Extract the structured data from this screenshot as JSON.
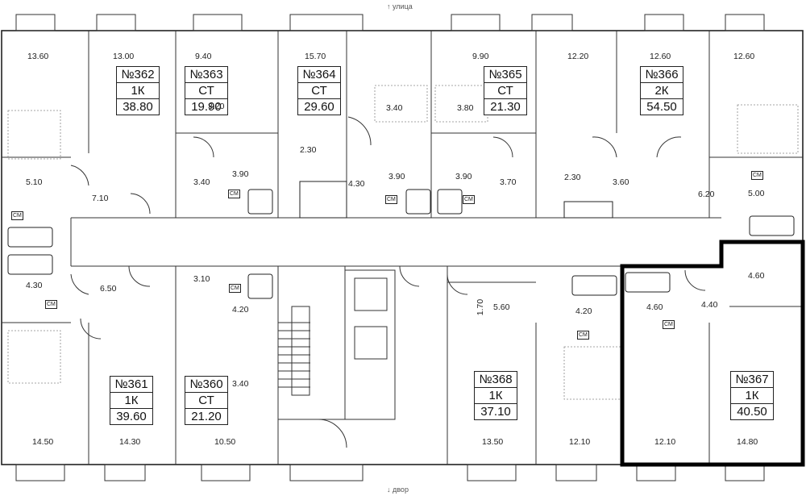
{
  "compass": {
    "top": "↑ улица",
    "bottom": "↓ двор"
  },
  "apartments": [
    {
      "id": "apt-362",
      "number": "№362",
      "type": "1К",
      "area": "38.80"
    },
    {
      "id": "apt-363",
      "number": "№363",
      "type": "СТ",
      "area": "19.90"
    },
    {
      "id": "apt-364",
      "number": "№364",
      "type": "СТ",
      "area": "29.60"
    },
    {
      "id": "apt-365",
      "number": "№365",
      "type": "СТ",
      "area": "21.30"
    },
    {
      "id": "apt-366",
      "number": "№366",
      "type": "2К",
      "area": "54.50"
    },
    {
      "id": "apt-361",
      "number": "№361",
      "type": "1К",
      "area": "39.60"
    },
    {
      "id": "apt-360",
      "number": "№360",
      "type": "СТ",
      "area": "21.20"
    },
    {
      "id": "apt-368",
      "number": "№368",
      "type": "1К",
      "area": "37.10"
    },
    {
      "id": "apt-367",
      "number": "№367",
      "type": "1К",
      "area": "40.50"
    }
  ],
  "room_areas": [
    "13.60",
    "13.00",
    "9.40",
    "15.70",
    "9.90",
    "12.20",
    "12.60",
    "12.60",
    "3.20",
    "3.40",
    "3.80",
    "2.30",
    "3.40",
    "3.90",
    "4.30",
    "3.90",
    "3.90",
    "3.70",
    "2.30",
    "3.60",
    "6.20",
    "5.00",
    "5.10",
    "7.10",
    "4.30",
    "6.50",
    "3.10",
    "4.20",
    "1.70",
    "5.60",
    "4.20",
    "4.60",
    "4.40",
    "4.60",
    "3.40",
    "14.50",
    "14.30",
    "10.50",
    "13.50",
    "12.10",
    "12.10",
    "14.80"
  ],
  "fixture_label": "СМ"
}
